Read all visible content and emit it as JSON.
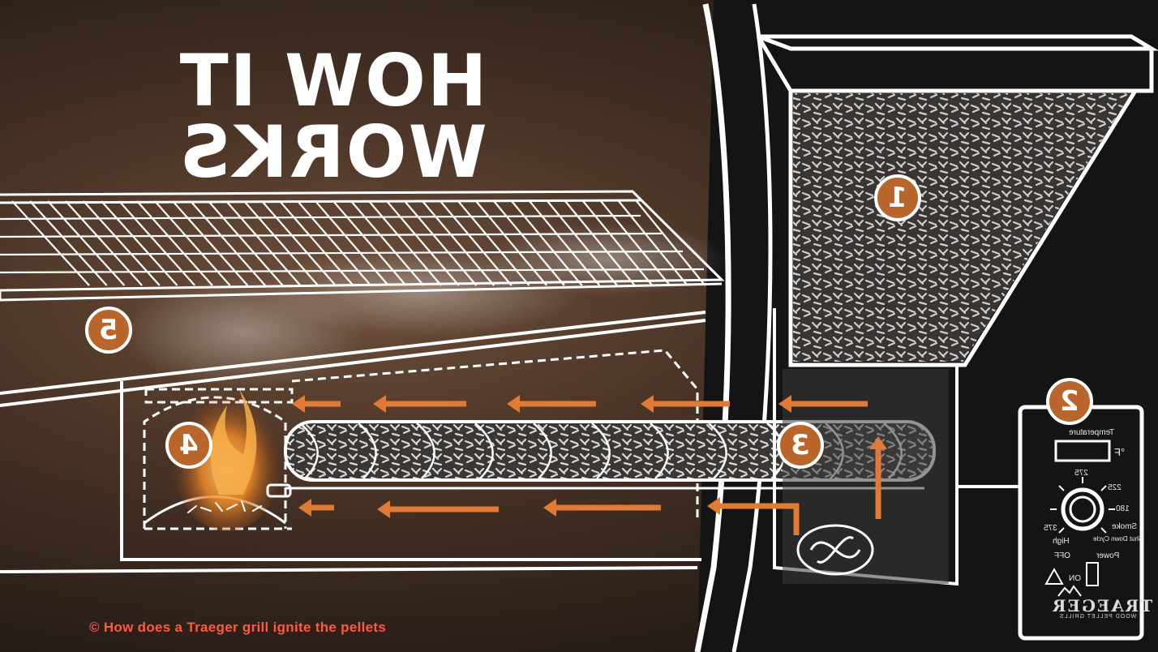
{
  "title": "HOW IT WORKS",
  "caption": "© How does a Traeger grill ignite the pellets",
  "badges": [
    "1",
    "2",
    "3",
    "4",
    "5"
  ],
  "panel": {
    "temperature": "Temperature",
    "unit": "°F",
    "settings": [
      "275",
      "225",
      "180",
      "Smoke",
      "Shut Down Cycle",
      "High",
      "375",
      "OFF",
      "Power",
      "ON"
    ],
    "brand": "TRAEGER",
    "brand_sub": "WOOD PELLET GRILLS"
  },
  "colors": {
    "accent": "#b8662c",
    "arrow": "#e07a35",
    "caption": "#ff5a3c",
    "line": "#ffffff"
  }
}
